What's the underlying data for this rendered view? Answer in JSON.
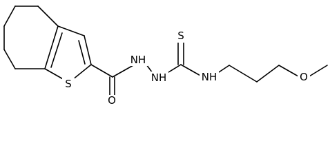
{
  "molecule": {
    "atoms": {
      "s_ring": "S",
      "o_carbonyl": "O",
      "nh_1": "NH",
      "nh_2": "NH",
      "s_thione": "S",
      "nh_3": "NH",
      "o_ether": "O"
    },
    "colors": {
      "bond": "#000000",
      "label": "#000000",
      "background": "#ffffff"
    }
  }
}
